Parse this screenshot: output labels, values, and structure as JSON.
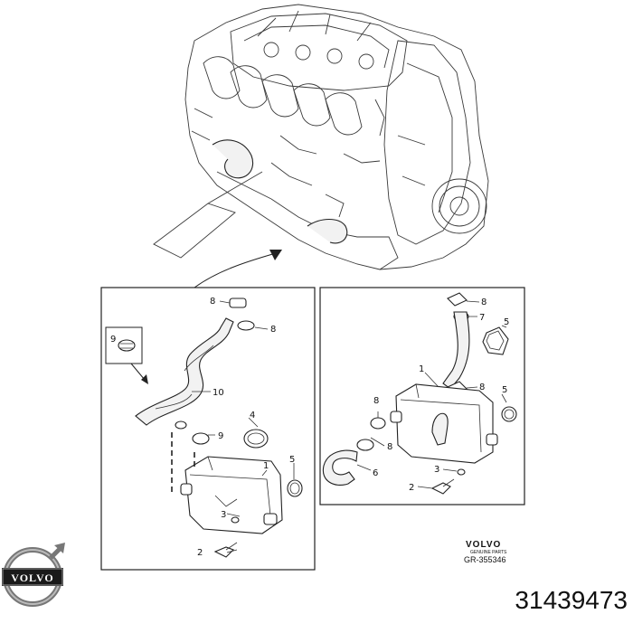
{
  "part_number": "31439473",
  "reference": {
    "brand": "VOLVO",
    "sub": "GENUINE PARTS",
    "code": "GR-355346"
  },
  "logo": {
    "text": "VOLVO",
    "color": "#1a1a1a"
  },
  "callouts_left": [
    "8",
    "8",
    "9",
    "10",
    "9",
    "4",
    "1",
    "5",
    "3",
    "2"
  ],
  "callouts_right": [
    "8",
    "7",
    "5",
    "1",
    "8",
    "5",
    "8",
    "8",
    "6",
    "3",
    "2"
  ]
}
